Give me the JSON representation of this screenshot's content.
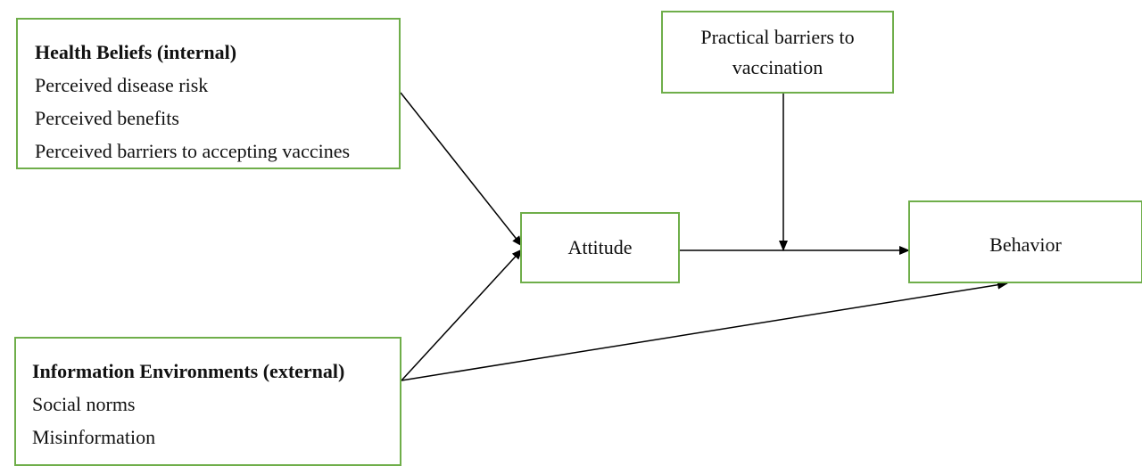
{
  "diagram": {
    "health_beliefs": {
      "title": "Health Beliefs (internal)",
      "items": [
        "Perceived disease risk",
        "Perceived benefits",
        "Perceived barriers to accepting vaccines"
      ]
    },
    "information_environments": {
      "title": "Information Environments (external)",
      "items": [
        "Social norms",
        "Misinformation"
      ]
    },
    "practical_barriers": {
      "lines": [
        "Practical barriers to",
        "vaccination"
      ]
    },
    "attitude": {
      "label": "Attitude"
    },
    "behavior": {
      "label": "Behavior"
    },
    "colors": {
      "box_border": "#6fae4a",
      "arrow": "#000000",
      "text": "#111111"
    },
    "edges": [
      {
        "from": "health_beliefs",
        "to": "attitude"
      },
      {
        "from": "information_environments",
        "to": "attitude"
      },
      {
        "from": "information_environments",
        "to": "behavior"
      },
      {
        "from": "attitude",
        "to": "behavior"
      },
      {
        "from": "practical_barriers",
        "to": "attitude_behavior_path"
      }
    ]
  }
}
